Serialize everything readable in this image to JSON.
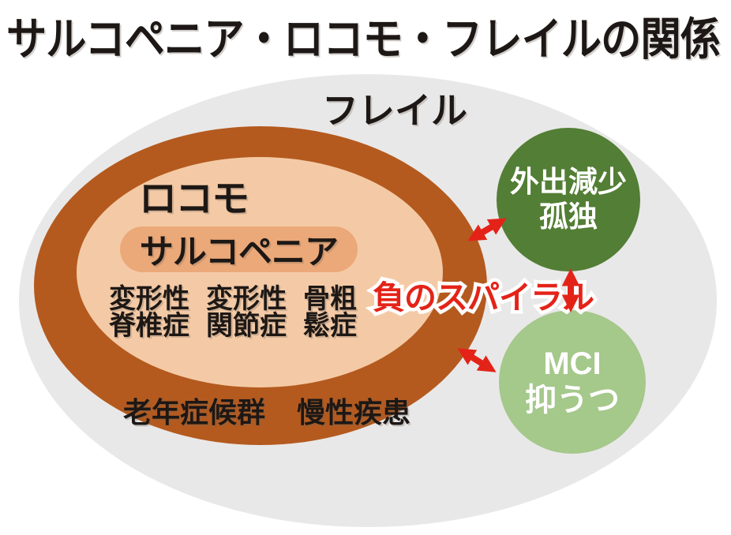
{
  "title": "サルコペニア・ロコモ・フレイルの関係",
  "diagram": {
    "frailty_label": "フレイル",
    "locomo_label": "ロコモ",
    "sarcopenia_label": "サルコペニア",
    "conditions": [
      [
        "変形性",
        "脊椎症"
      ],
      [
        "変形性",
        "関節症"
      ],
      [
        "骨粗",
        "鬆症"
      ]
    ],
    "geriatric_label": "老年症候群",
    "chronic_label": "慢性疾患",
    "isolation_circle": [
      "外出減少",
      "孤独"
    ],
    "mci_circle": [
      "MCI",
      "抑うつ"
    ],
    "spiral_label": "負のスパイラル"
  },
  "colors": {
    "frailty_fill": "#e9e8e8",
    "locomo_ring": "#b45a1f",
    "locomo_fill": "#f4caa6",
    "sarcopenia_fill": "#eba878",
    "isolation_fill": "#537e35",
    "mci_fill": "#a5c88b",
    "accent_red": "#e42318",
    "text_black": "#1d1815"
  }
}
